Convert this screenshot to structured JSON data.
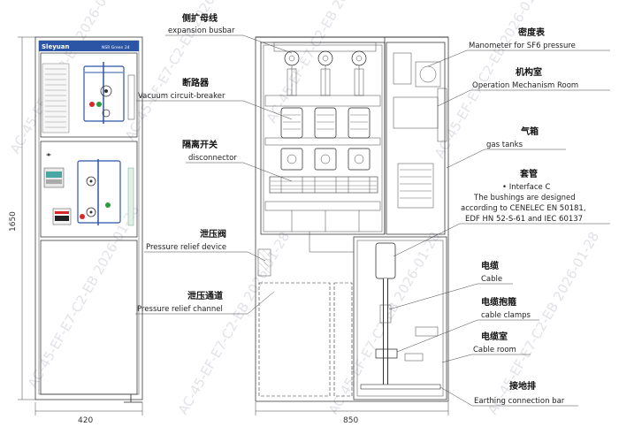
{
  "watermark": "AC-45-EF-E7-C2-EB 2026-01-28",
  "front_view": {
    "brand": "Sleyuan",
    "model": "NSR Green 24",
    "height_dim": "1650",
    "width_dim": "420"
  },
  "side_view": {
    "width_dim": "850"
  },
  "labels": {
    "expansion_busbar": {
      "cn": "侧扩母线",
      "en": "expansion busbar"
    },
    "vacuum_breaker": {
      "cn": "断路器",
      "en": "Vacuum circuit-breaker"
    },
    "disconnector": {
      "cn": "隔离开关",
      "en": "disconnector"
    },
    "pressure_relief_device": {
      "cn": "泄压阀",
      "en": "Pressure relief device"
    },
    "pressure_relief_channel": {
      "cn": "泄压通道",
      "en": "Pressure relief channel"
    },
    "manometer": {
      "cn": "密度表",
      "en": "Manometer for SF6 pressure"
    },
    "mechanism_room": {
      "cn": "机构室",
      "en": "Operation Mechanism Room"
    },
    "gas_tanks": {
      "cn": "气箱",
      "en": "gas tanks"
    },
    "bushing": {
      "cn": "套管",
      "en1": "• Interface C",
      "en2": "The bushings are designed",
      "en3": "according to CENELEC EN 50181,",
      "en4": "EDF HN 52-S-61 and IEC 60137"
    },
    "cable": {
      "cn": "电缆",
      "en": "Cable"
    },
    "cable_clamps": {
      "cn": "电缆抱箍",
      "en": "cable clamps"
    },
    "cable_room": {
      "cn": "电缆室",
      "en": "Cable room"
    },
    "earthing_bar": {
      "cn": "接地排",
      "en": "Earthing connection bar"
    }
  }
}
